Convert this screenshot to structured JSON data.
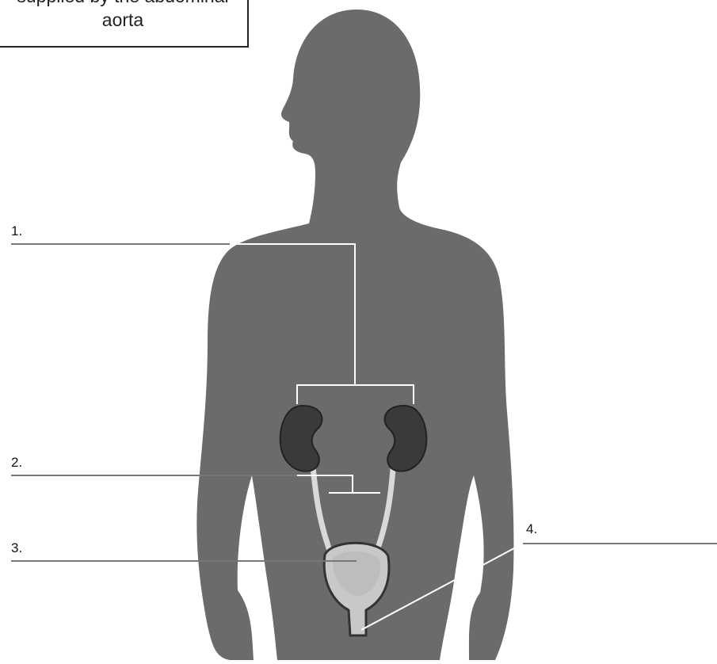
{
  "info_box": {
    "text_line_1": "supplied by the abdominal",
    "text_line_2": "aorta"
  },
  "labels": {
    "l1": "1.",
    "l2": "2.",
    "l3": "3.",
    "l4": "4."
  },
  "colors": {
    "body": "#6b6b6b",
    "kidney": "#3a3a3a",
    "bladder": "#c8c8c8",
    "ureter": "#d9d9d9",
    "leader_lines": "#ffffff"
  }
}
